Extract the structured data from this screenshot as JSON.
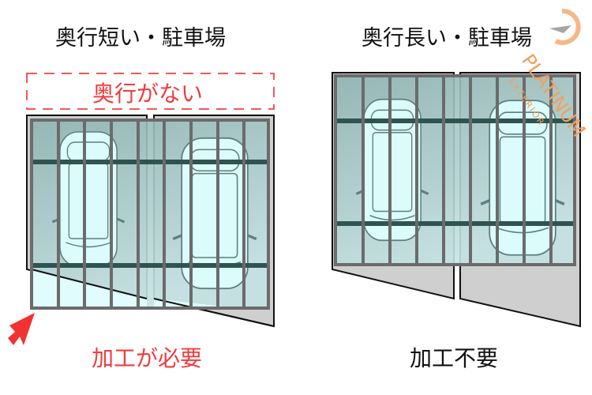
{
  "left": {
    "title": "奥行短い・駐車場",
    "warning": "奥行がない",
    "result": "加工が必要"
  },
  "right": {
    "title": "奥行長い・駐車場",
    "result": "加工不要"
  },
  "logo": {
    "brand": "PLATINUM",
    "sub": "EXTERIOR"
  },
  "colors": {
    "red": "#f03c3c",
    "frame": "#6b6b6b",
    "beam": "#2f5450",
    "glass": "#9cc3c2",
    "logo": "#f0a060"
  }
}
